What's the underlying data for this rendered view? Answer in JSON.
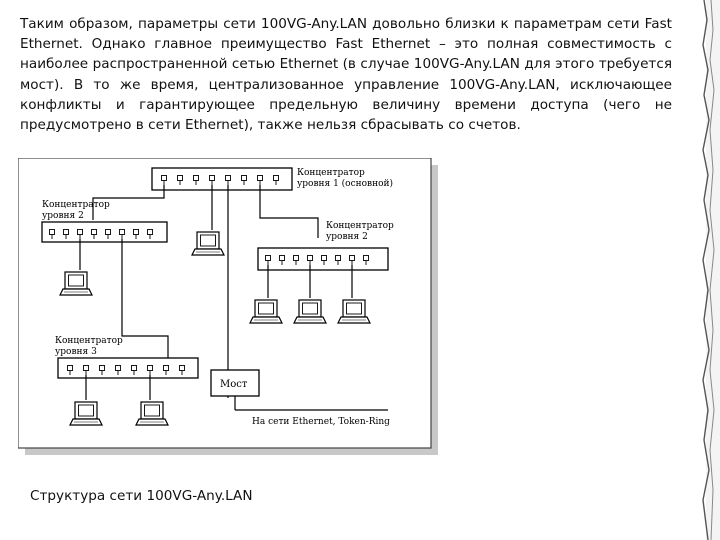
{
  "document": {
    "paragraph": "Таким образом, параметры сети 100VG-Any.LAN довольно близки к параметрам сети Fast Ethernet. Однако главное преимущество Fast Ethernet – это полная совместимость с наиболее распространенной сетью Ethernet (в случае 100VG-Any.LAN для этого требуется мост). В то же время, централизованное управление 100VG-Any.LAN, исключающее конфликты и гарантирующее предельную величину времени доступа (чего не предусмотрено в сети Ethernet), также нельзя сбрасывать со счетов.",
    "caption": "Структура сети 100VG-Any.LAN"
  },
  "diagram": {
    "hub_level1_line1": "Концентратор",
    "hub_level1_line2": "уровня 1 (основной)",
    "hub_left_line1": "Концентратор",
    "hub_left_line2": "уровня 2",
    "hub_right_line1": "Концентратор",
    "hub_right_line2": "уровня 2",
    "hub_level3_line1": "Концентратор",
    "hub_level3_line2": "уровня 3",
    "bridge": "Мост",
    "external": "На сети Ethernet, Token-Ring"
  }
}
